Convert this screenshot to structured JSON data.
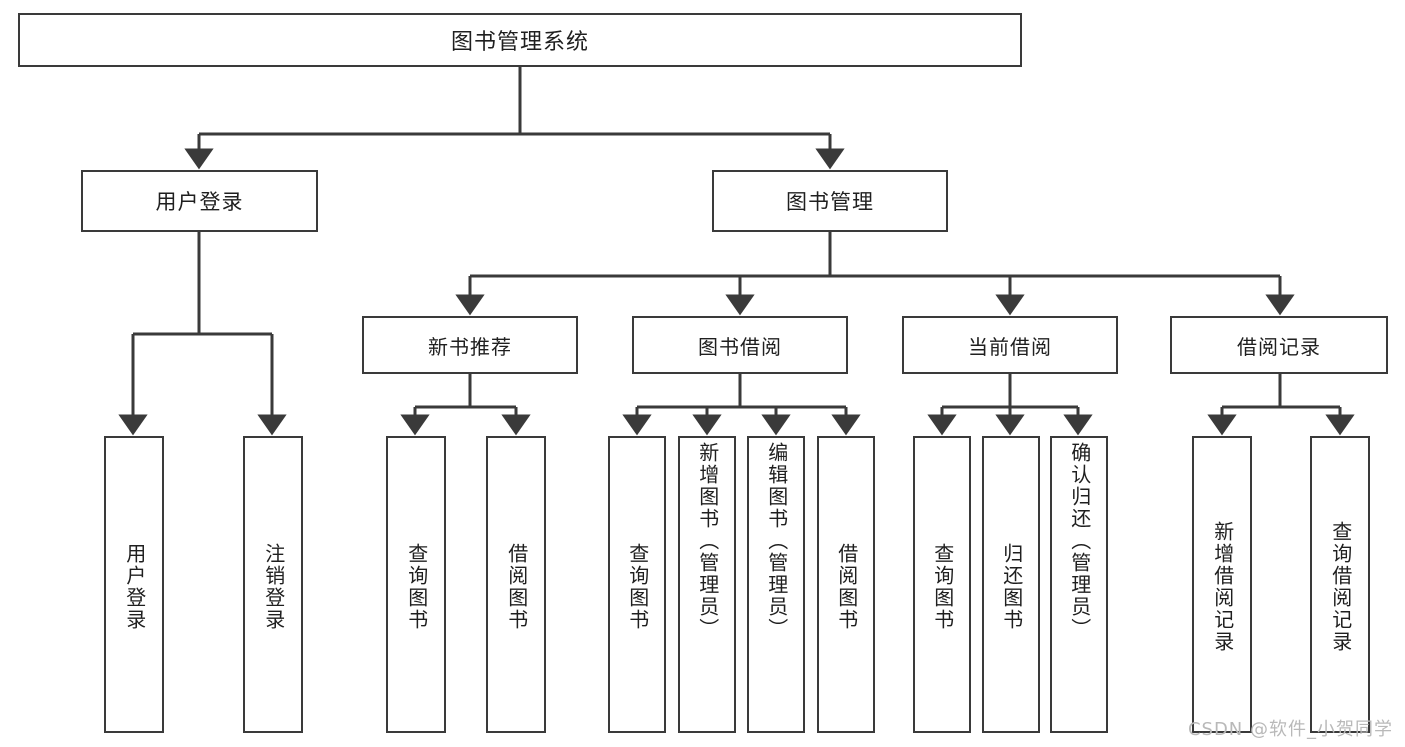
{
  "diagram": {
    "type": "tree",
    "title": "图书管理系统",
    "root": {
      "id": "root",
      "label": "图书管理系统"
    },
    "level2": [
      {
        "id": "user-login",
        "label": "用户登录"
      },
      {
        "id": "book-manage",
        "label": "图书管理"
      }
    ],
    "level3": [
      {
        "id": "new-book-recommend",
        "label": "新书推荐"
      },
      {
        "id": "book-borrow",
        "label": "图书借阅"
      },
      {
        "id": "current-borrow",
        "label": "当前借阅"
      },
      {
        "id": "borrow-record",
        "label": "借阅记录"
      }
    ],
    "leaves": {
      "user_login": [
        {
          "id": "leaf-user-login",
          "label": "用户登录"
        },
        {
          "id": "leaf-logout",
          "label": "注销登录"
        }
      ],
      "new_book_recommend": [
        {
          "id": "leaf-query-book-1",
          "label": "查询图书"
        },
        {
          "id": "leaf-borrow-book-1",
          "label": "借阅图书"
        }
      ],
      "book_borrow": [
        {
          "id": "leaf-query-book-2",
          "label": "查询图书"
        },
        {
          "id": "leaf-add-book",
          "label": "新增图书（管理员）"
        },
        {
          "id": "leaf-edit-book",
          "label": "编辑图书（管理员）"
        },
        {
          "id": "leaf-borrow-book-2",
          "label": "借阅图书"
        }
      ],
      "current_borrow": [
        {
          "id": "leaf-query-book-3",
          "label": "查询图书"
        },
        {
          "id": "leaf-return-book",
          "label": "归还图书"
        },
        {
          "id": "leaf-confirm-return",
          "label": "确认归还（管理员）"
        }
      ],
      "borrow_record": [
        {
          "id": "leaf-add-record",
          "label": "新增借阅记录"
        },
        {
          "id": "leaf-query-record",
          "label": "查询借阅记录"
        }
      ]
    }
  },
  "watermark": {
    "text": "CSDN @软件_小贺同学"
  },
  "colors": {
    "border": "#3a3a3a",
    "background": "#ffffff",
    "text": "#1f1f1f",
    "watermark": "#b9b9b9"
  }
}
